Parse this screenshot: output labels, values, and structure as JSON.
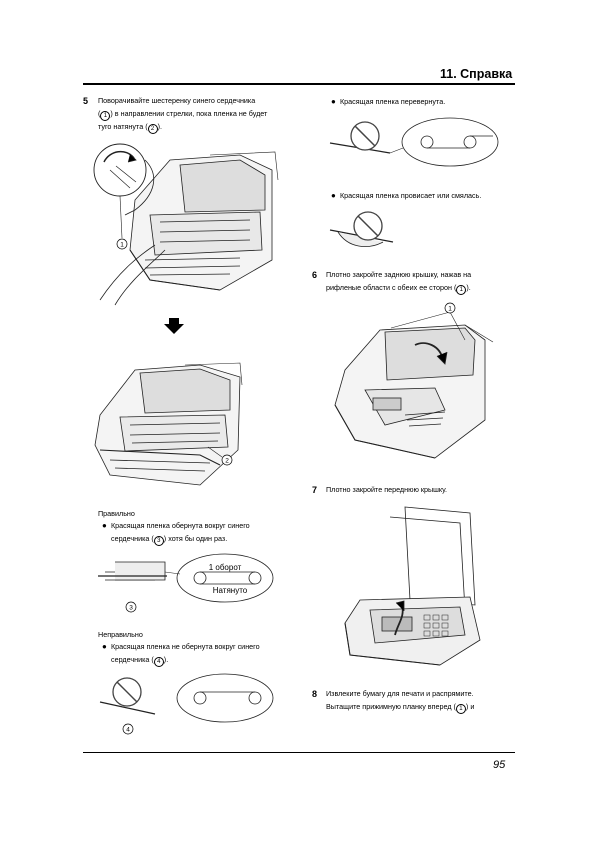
{
  "header": {
    "section": "11. Справка",
    "page_number": "95"
  },
  "step5": {
    "num": "5",
    "line1": "Поворачивайте шестеренку синего сердечника",
    "line2": "в направлении стрелки, пока пленка не будет",
    "line3": "туго натянута",
    "c1": "1",
    "c2": "2"
  },
  "correct": {
    "title": "Правильно",
    "bullet_line1": "Красящая пленка обернута вокруг синего",
    "bullet_line2": "сердечника",
    "bullet_line2_tail": "хотя бы один раз.",
    "c3": "3",
    "label_turn": "1 оборот",
    "label_tight": "Натянуто"
  },
  "incorrect": {
    "title": "Неправильно",
    "bullet_line1": "Красящая пленка не обернута вокруг синего",
    "bullet_line2": "сердечника",
    "c4": "4"
  },
  "right_bullets": {
    "b1": "Красящая пленка перевернута.",
    "b2": "Красящая пленка провисает или смялась."
  },
  "step6": {
    "num": "6",
    "line1": "Плотно закройте заднюю крышку, нажав на",
    "line2": "рифленые области с обеих ее сторон",
    "c1": "1"
  },
  "step7": {
    "num": "7",
    "line1": "Плотно закройте переднюю крышку."
  },
  "step8": {
    "num": "8",
    "line1": "Извлеките бумагу для печати и распрямите.",
    "line2": "Вытащите прижимную планку вперед",
    "line2_tail": "и",
    "c1": "1"
  }
}
